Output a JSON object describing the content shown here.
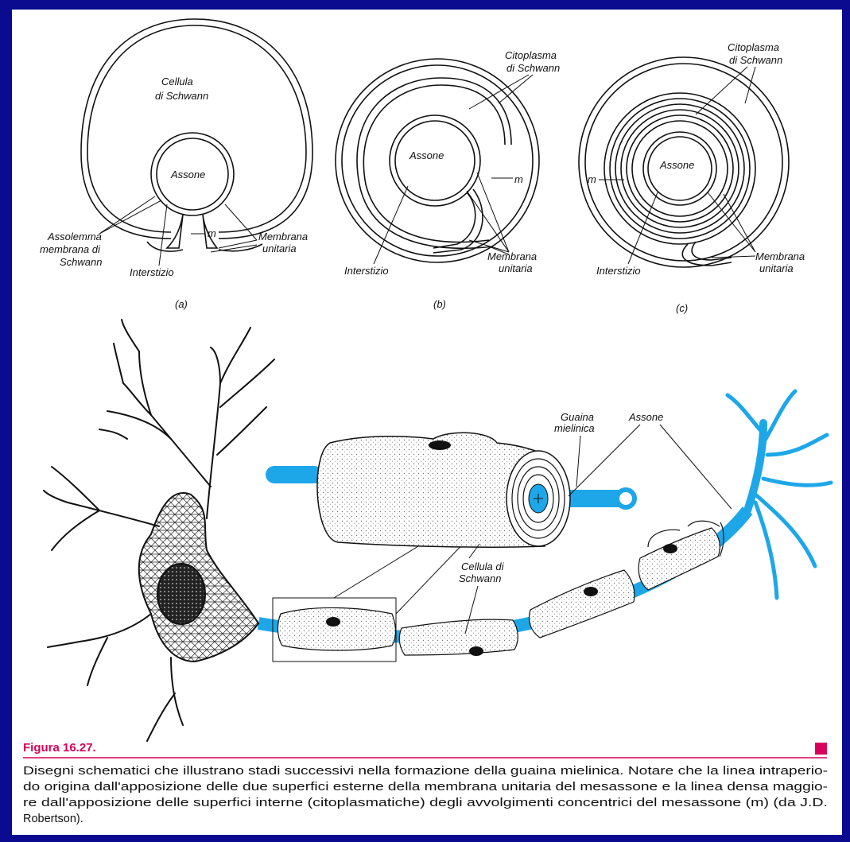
{
  "diagram_a": {
    "cell_label_1": "Cellula",
    "cell_label_2": "di Schwann",
    "axon_label": "Assone",
    "m_label": "m",
    "assolemma_1": "Assolemma",
    "assolemma_2": "membrana di",
    "assolemma_3": "Schwann",
    "interstizio": "Interstizio",
    "membrana_1": "Membrana",
    "membrana_2": "unitaria",
    "panel_label": "(a)"
  },
  "diagram_b": {
    "cito_1": "Citoplasma",
    "cito_2": "di Schwann",
    "axon_label": "Assone",
    "m_label": "m",
    "interstizio": "Interstizio",
    "membrana_1": "Membrana",
    "membrana_2": "unitaria",
    "panel_label": "(b)"
  },
  "diagram_c": {
    "cito_1": "Citoplasma",
    "cito_2": "di Schwann",
    "axon_label": "Assone",
    "m_label": "m",
    "interstizio": "Interstizio",
    "membrana_1": "Membrana",
    "membrana_2": "unitaria",
    "panel_label": "(c)"
  },
  "neuron": {
    "guaina_1": "Guaina",
    "guaina_2": "mielinica",
    "assone": "Assone",
    "cellula_1": "Cellula di",
    "cellula_2": "Schwann"
  },
  "caption": {
    "title": "Figura 16.27.",
    "line1": "Disegni schematici che illustrano stadi successivi nella formazione della guaina mielinica. Notare che la linea intraperio-",
    "line2": "do origina dall'apposizione delle due superfici esterne della membrana unitaria del mesassone e la linea densa maggio-",
    "line3": "re dall'apposizione delle superfici interne (citoplasmatiche) degli avvolgimenti concentrici del mesassone (m) (da J.D.",
    "line4": "Robertson)."
  },
  "colors": {
    "slide_background": "#0b0b8f",
    "axon_blue": "#1ea7e8",
    "caption_accent": "#d8005a"
  }
}
